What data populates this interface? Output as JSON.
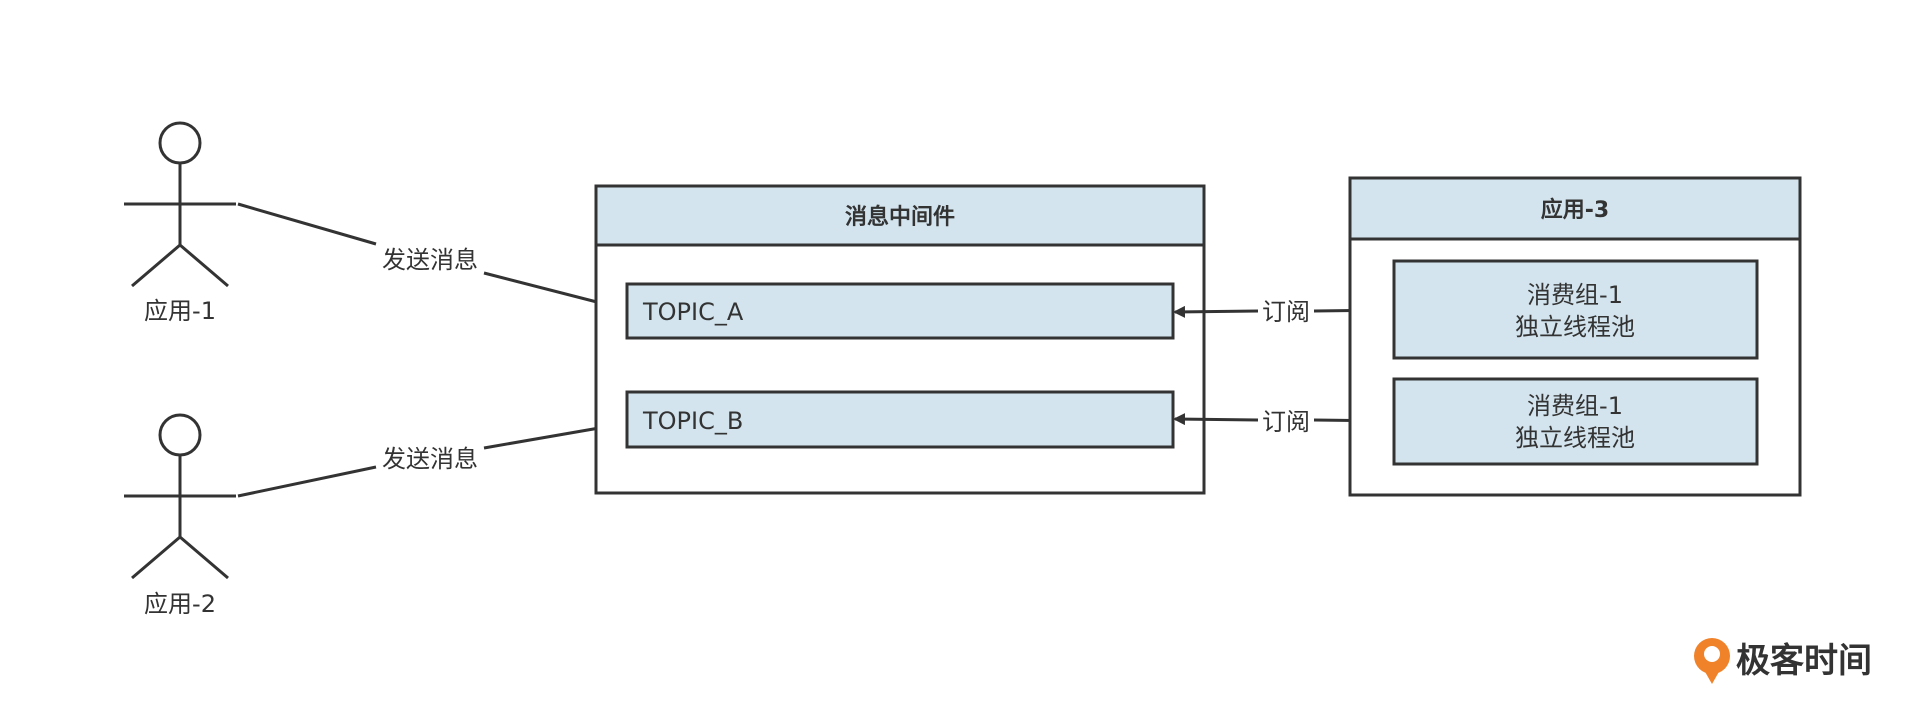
{
  "actors": [
    {
      "label": "应用-1"
    },
    {
      "label": "应用-2"
    }
  ],
  "edges": {
    "send_label": "发送消息",
    "subscribe_label": "订阅"
  },
  "middleware": {
    "title": "消息中间件",
    "topics": [
      {
        "label": "TOPIC_A"
      },
      {
        "label": "TOPIC_B"
      }
    ]
  },
  "app3": {
    "title": "应用-3",
    "consumers": [
      {
        "line1": "消费组-1",
        "line2": "独立线程池"
      },
      {
        "line1": "消费组-1",
        "line2": "独立线程池"
      }
    ]
  },
  "logo": {
    "text": "极客时间",
    "icon": "geektime-logo-icon",
    "color": "#f0822a"
  }
}
